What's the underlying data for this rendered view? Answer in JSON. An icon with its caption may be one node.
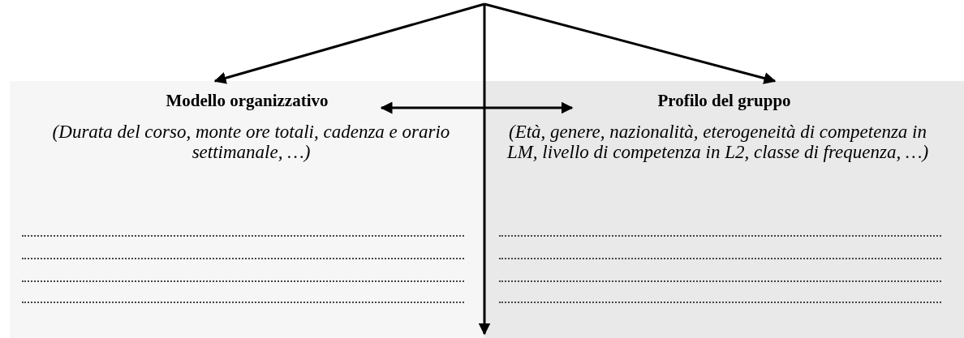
{
  "diagram": {
    "nodes": [
      {
        "text": [
          "Modello organizzativo",
          "(Durata del corso, monte ore totali, cadenza e orario settimanale, …)"
        ]
      },
      {
        "text": [
          "Profilo del gruppo",
          "(Età, genere, nazionalità, eterogeneità di competenza in LM, livello di competenza in L2, classe di frequenza, …)"
        ]
      }
    ],
    "edges": [
      {
        "from": null,
        "to": 0,
        "arrow": "to"
      },
      {
        "from": null,
        "to": 1,
        "arrow": "to"
      },
      {
        "from": 0,
        "to": 1,
        "arrow": "both"
      }
    ]
  }
}
